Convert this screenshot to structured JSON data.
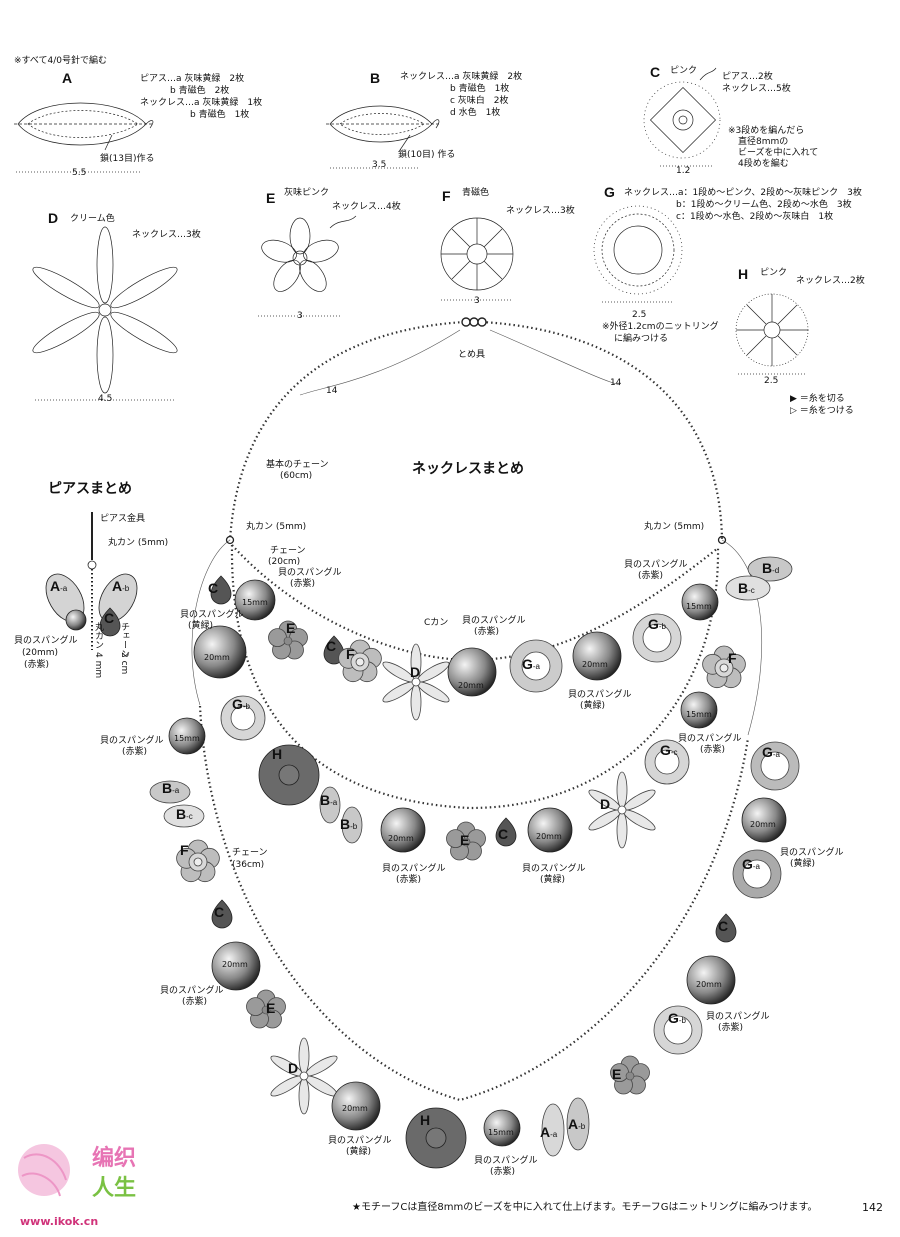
{
  "note_top": "※すべて4/0号針で編む",
  "motif_a": {
    "letter": "A",
    "line1": "ピアス…a 灰味黄緑　2枚",
    "line2": "b 青磁色　2枚",
    "line3": "ネックレス…a 灰味黄緑　1枚",
    "line4": "b 青磁色　1枚",
    "chain_note": "鎖(13目)作る",
    "size": "5.5"
  },
  "motif_b": {
    "letter": "B",
    "line1": "ネックレス…a 灰味黄緑　2枚",
    "line2": "b 青磁色　1枚",
    "line3": "c 灰味白　2枚",
    "line4": "d 水色　1枚",
    "chain_note": "鎖(10目) 作る",
    "size": "3.5"
  },
  "motif_c": {
    "letter": "C",
    "color": "ピンク",
    "line1": "ピアス…2枚",
    "line2": "ネックレス…5枚",
    "note1": "※3段めを編んだら",
    "note2": "直径8mmの",
    "note3": "ビーズを中に入れて",
    "note4": "4段めを編む",
    "size": "1.2"
  },
  "motif_d": {
    "letter": "D",
    "color": "クリーム色",
    "count": "ネックレス…3枚",
    "size": "4.5"
  },
  "motif_e": {
    "letter": "E",
    "color": "灰味ピンク",
    "count": "ネックレス…4枚",
    "size": "3"
  },
  "motif_f": {
    "letter": "F",
    "color": "青磁色",
    "count": "ネックレス…3枚",
    "size": "3"
  },
  "motif_g": {
    "letter": "G",
    "line1": "ネックレス…a：1段め～ピンク、2段め～灰味ピンク　3枚",
    "line2": "b：1段め～クリーム色、2段め～水色　3枚",
    "line3": "c：1段め～水色、2段め～灰味白　1枚",
    "note1": "※外径1.2cmのニットリング",
    "note2": "に編みつける",
    "size": "2.5"
  },
  "motif_h": {
    "letter": "H",
    "color": "ピンク",
    "count": "ネックレス…2枚",
    "size": "2.5"
  },
  "legend": {
    "cut": "▶ ＝糸を切る",
    "attach": "▷ ＝糸をつける"
  },
  "necklace": {
    "title": "ネックレスまとめ",
    "clasp": "とめ具",
    "len_left": "14",
    "len_right": "14",
    "basic_chain": "基本のチェーン",
    "basic_chain_len": "(60cm)",
    "ring_left": "丸カン (5mm)",
    "ring_right": "丸カン (5mm)",
    "chain20": "チェーン",
    "chain20_len": "(20cm)",
    "chain36": "チェーン",
    "chain36_len": "(36cm)",
    "c_kan": "Cカン",
    "spangle": "貝のスパングル",
    "red": "(赤紫)",
    "green": "(黄緑)",
    "mm20": "20mm",
    "mm15": "15mm"
  },
  "earring": {
    "title": "ピアスまとめ",
    "hook": "ピアス金具",
    "ring": "丸カン (5mm)",
    "spangle": "貝のスパングル",
    "spangle_size": "(20mm)",
    "spangle_color": "(赤紫)",
    "ring_v": "丸カン",
    "ring_v_size": "4 mm",
    "chain_v": "チェーン",
    "chain_v_size": "2 cm"
  },
  "footer": {
    "note": "★モチーフCは直径8mmのビーズを中に入れて仕上げます。モチーフGはニットリングに編みつけます。",
    "page": "142"
  },
  "watermark": {
    "line1": "编织",
    "line2": "人生",
    "url": "www.ikok.cn"
  }
}
